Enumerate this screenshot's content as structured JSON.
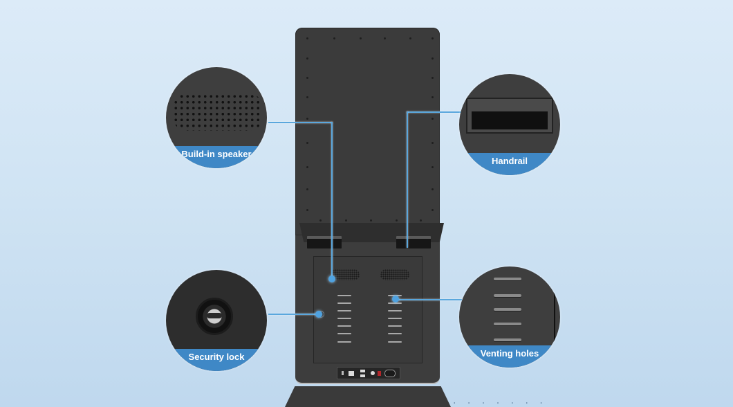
{
  "illustration": {
    "subject": "Floor-standing kiosk",
    "background_color": "#d3e6f5",
    "accent_color": "#3f88c6",
    "line_color": "#5aa7dd",
    "body_color": "#3b3b3b"
  },
  "callouts": [
    {
      "id": "speaker",
      "label": "Build-in speaker",
      "icon": "speaker-grille-icon",
      "position": "top-left"
    },
    {
      "id": "handrail",
      "label": "Handrail",
      "icon": "handle-icon",
      "position": "top-right"
    },
    {
      "id": "lock",
      "label": "Security lock",
      "icon": "lock-icon",
      "position": "bottom-left"
    },
    {
      "id": "vents",
      "label": "Venting holes",
      "icon": "vent-icon",
      "position": "bottom-right"
    }
  ],
  "watermark": "· · · · · · ·"
}
